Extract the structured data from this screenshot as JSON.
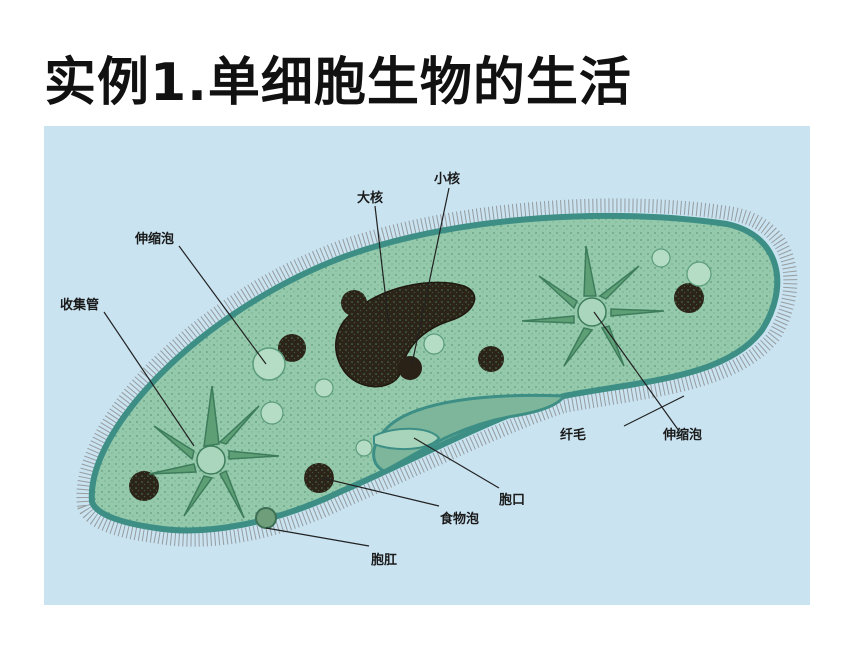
{
  "title": "实例1.单细胞生物的生活",
  "labels": {
    "macronucleus": "大核",
    "micronucleus": "小核",
    "contractile_vacuole_left": "伸缩泡",
    "collecting_canal": "收集管",
    "cilia": "纤毛",
    "contractile_vacuole_right": "伸缩泡",
    "oral_groove": "胞口",
    "food_vacuole": "食物泡",
    "anal_pore": "胞肛"
  },
  "colors": {
    "background": "#c9e3f1",
    "cell_body": "#8fc4a8",
    "cell_border": "#3d8f86",
    "nucleus": "#2e2418",
    "cilia": "#6b6b6b"
  }
}
